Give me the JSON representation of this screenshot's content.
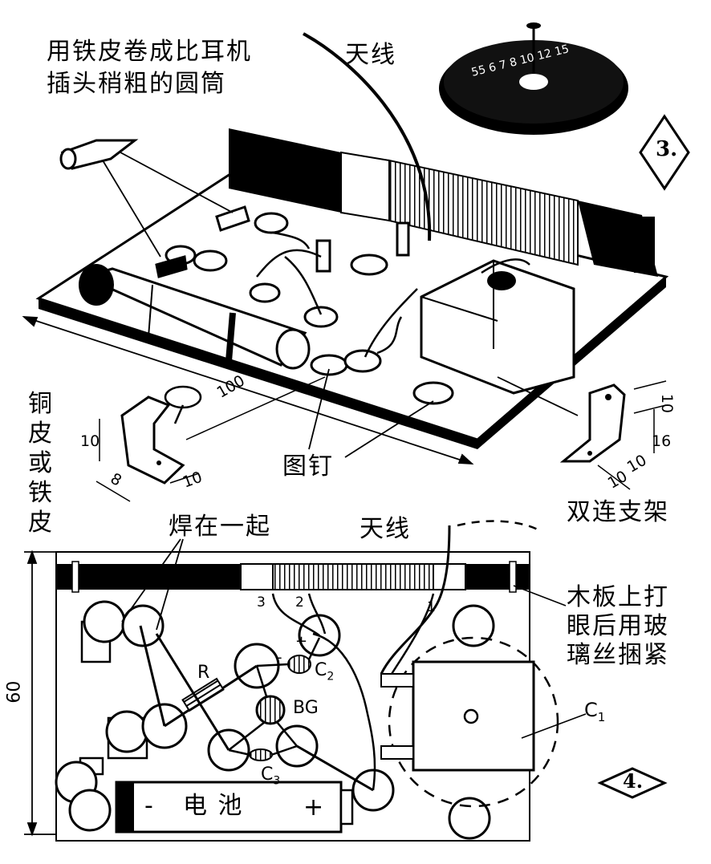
{
  "top": {
    "figure_number": "3.",
    "labels": {
      "tube_note_line1": "用铁皮卷成比耳机",
      "tube_note_line2": "插头稍粗的圆筒",
      "antenna": "天线",
      "bracket_material": "铜皮或铁皮",
      "tacks": "图钉",
      "double_bracket": "双连支架"
    },
    "dimensions": {
      "board_length": "100",
      "bracket_height": "10",
      "bracket_width": "8",
      "bracket_foot": "10",
      "double_top": "10",
      "double_mid": "16",
      "double_foot": "10",
      "double_base": "10"
    },
    "dial_numbers": "55 6 7 8 10 12 15"
  },
  "bottom": {
    "figure_number": "4.",
    "labels": {
      "solder_together": "焊在一起",
      "antenna": "天线",
      "drill_line1": "木板上打",
      "drill_line2": "眼后用玻",
      "drill_line3": "璃丝捆紧",
      "board_height": "60",
      "battery": "电  池",
      "battery_minus": "-",
      "battery_plus": "+"
    },
    "components": {
      "r": "R",
      "c2": "C",
      "c2_sub": "2",
      "c3": "C",
      "c3_sub": "3",
      "bg": "BG",
      "c1": "C",
      "c1_sub": "1",
      "coil_3": "3",
      "coil_2": "2",
      "coil_1": "1",
      "c2_plus": "+",
      "c2_minus": "-"
    }
  }
}
